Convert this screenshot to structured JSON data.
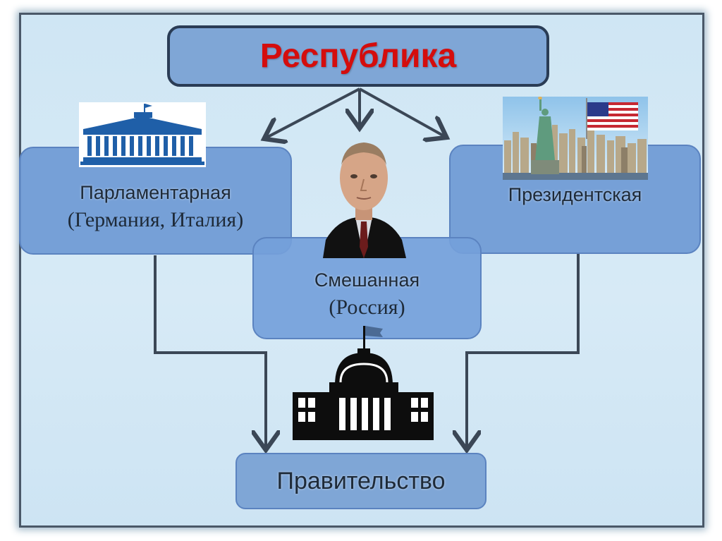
{
  "diagram": {
    "title": "Республика",
    "parliamentary": {
      "label": "Парламентарная",
      "examples": "(Германия, Италия)"
    },
    "presidential": {
      "label": "Президентская"
    },
    "mixed": {
      "label": "Смешанная",
      "examples": "(Россия)"
    },
    "government": {
      "label": "Правительство"
    }
  },
  "colors": {
    "title_text": "#d40d0d",
    "box_fill": "#7fa6d6",
    "frame_border": "#4a5868",
    "arrow": "#3b4756"
  },
  "icons": [
    "parliament-building-icon",
    "statue-of-liberty-icon",
    "us-flag-icon",
    "government-building-icon",
    "portrait-photo"
  ]
}
